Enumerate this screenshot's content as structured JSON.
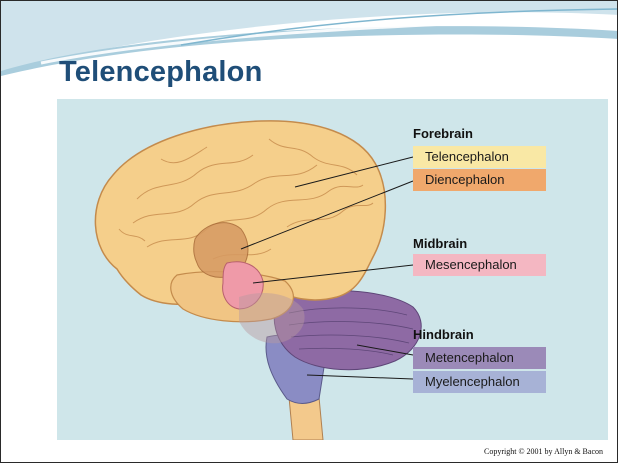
{
  "slide": {
    "title": "Telencephalon",
    "copyright": "Copyright © 2001 by Allyn & Bacon"
  },
  "diagram": {
    "groups": [
      {
        "heading": "Forebrain",
        "regions": [
          {
            "label": "Telencephalon",
            "color": "#f9e8a5"
          },
          {
            "label": "Diencephalon",
            "color": "#f0a86c"
          }
        ]
      },
      {
        "heading": "Midbrain",
        "regions": [
          {
            "label": "Mesencephalon",
            "color": "#f4b7c2"
          }
        ]
      },
      {
        "heading": "Hindbrain",
        "regions": [
          {
            "label": "Metencephalon",
            "color": "#9b8ab8"
          },
          {
            "label": "Myelencephalon",
            "color": "#a7b2d6"
          }
        ]
      }
    ]
  }
}
